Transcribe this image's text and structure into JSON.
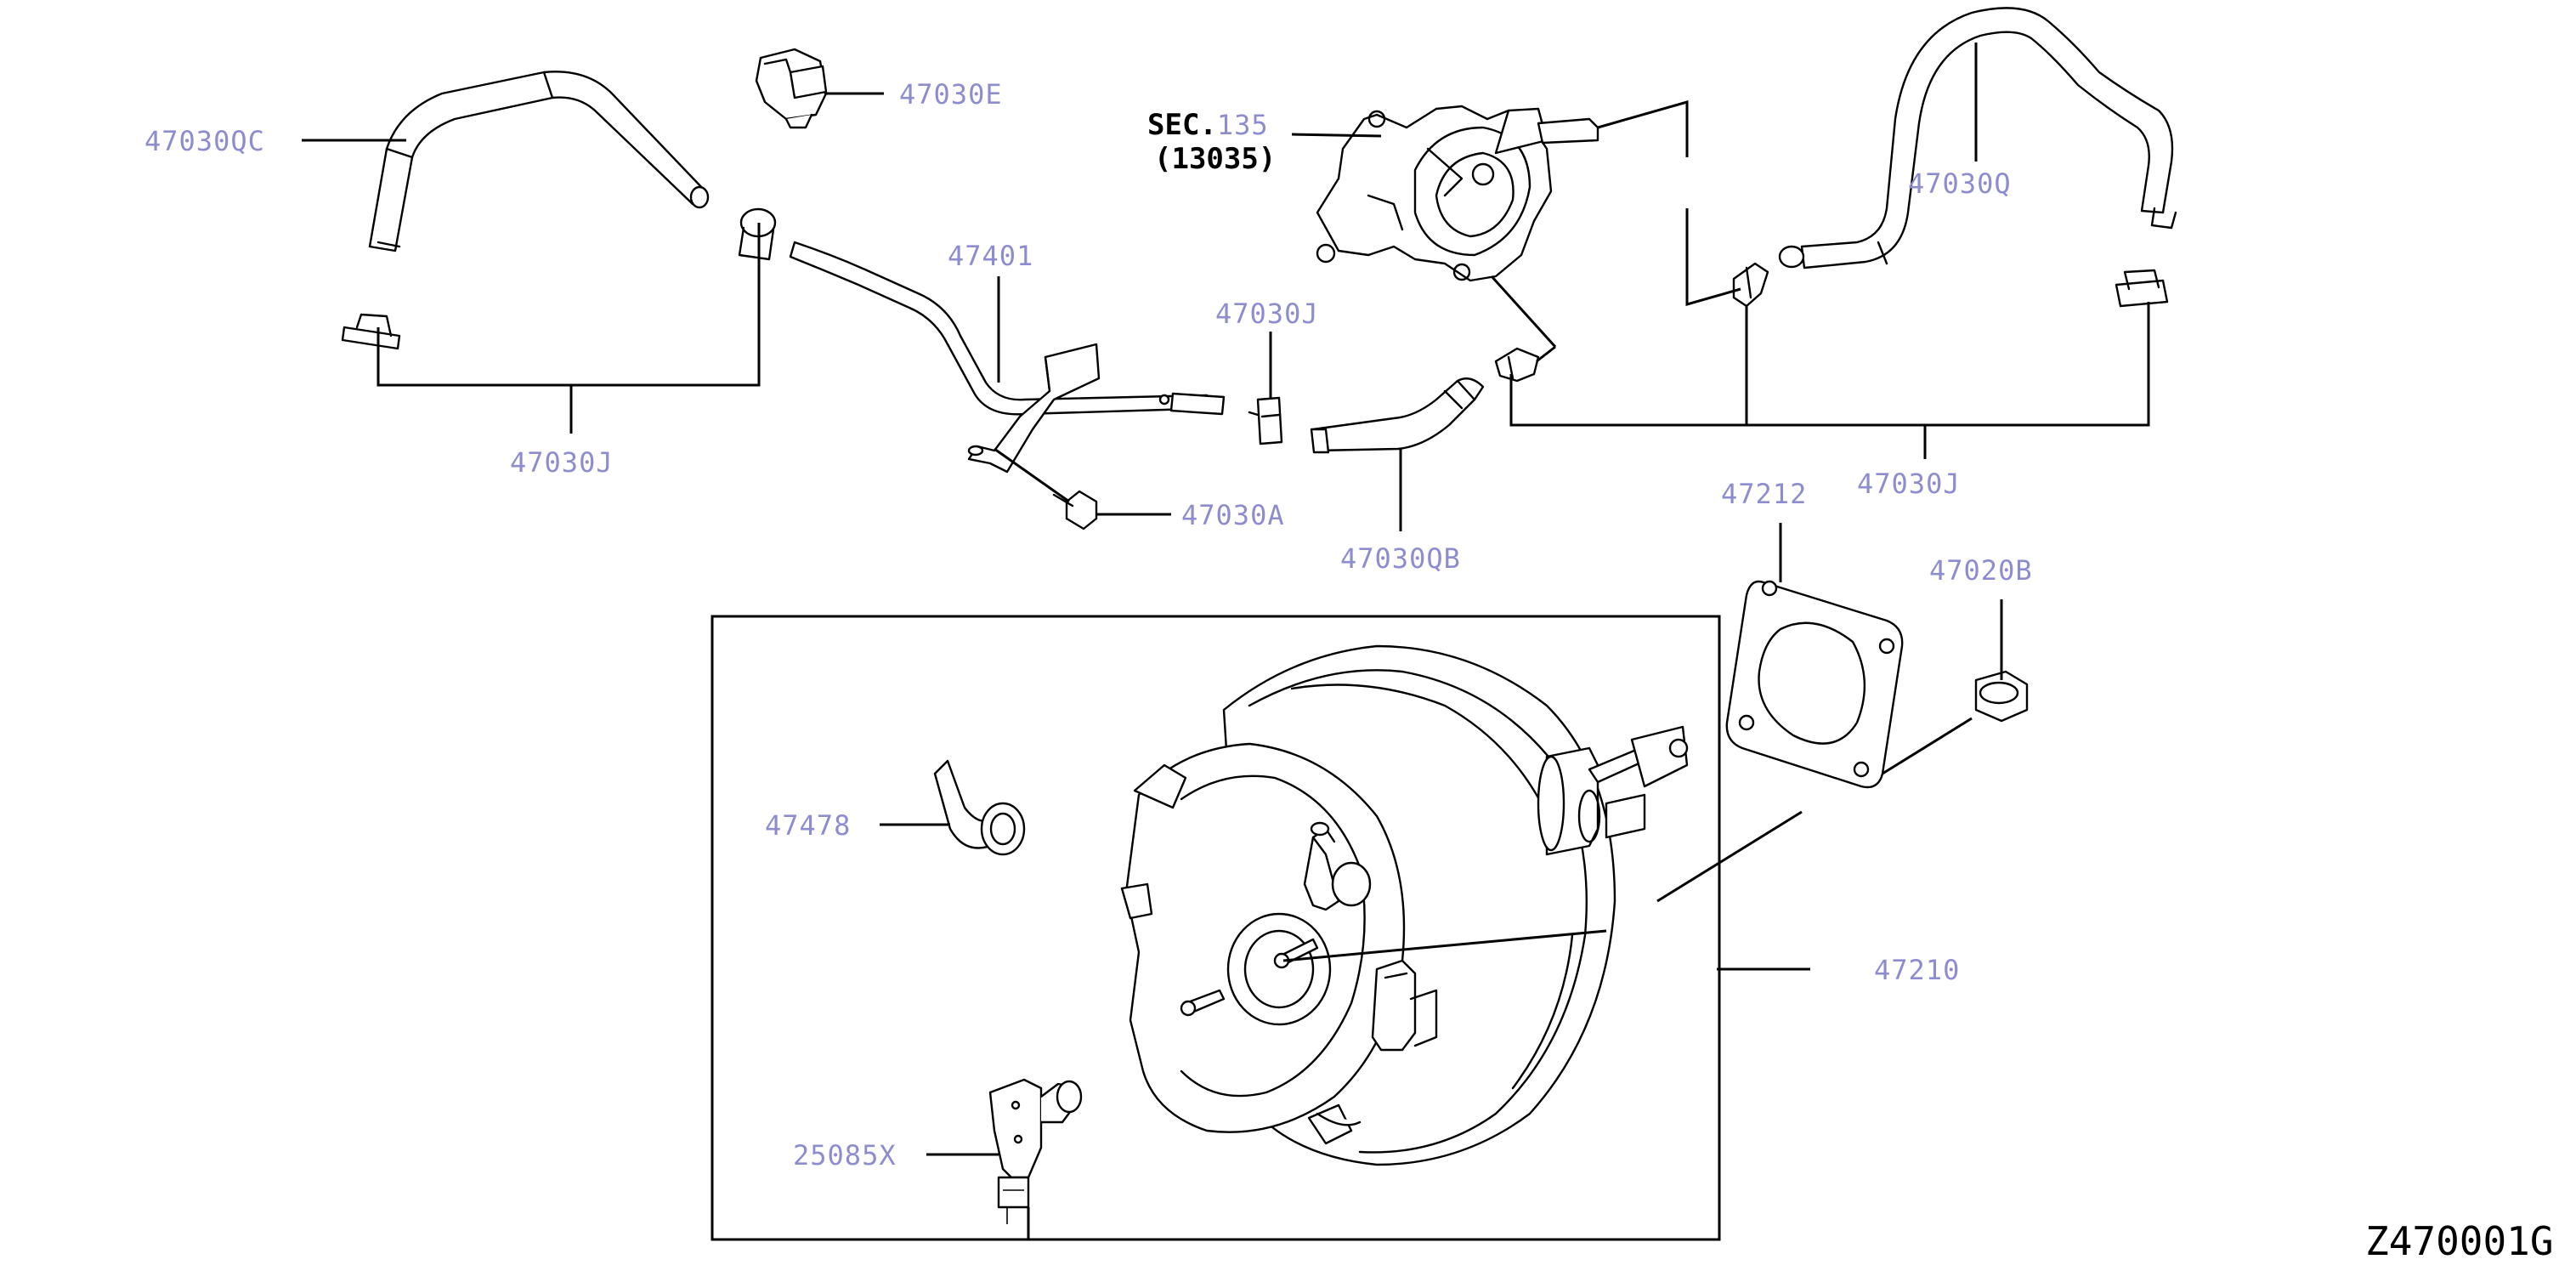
{
  "diagram": {
    "code": "Z470001G",
    "sec_ref": {
      "line1": "SEC.",
      "num": "135",
      "line2": "(13035)"
    },
    "labels": {
      "p47030QC": "47030QC",
      "p47030E": "47030E",
      "p47401": "47401",
      "p47030J_left": "47030J",
      "p47030J_mid": "47030J",
      "p47030J_right": "47030J",
      "p47030A": "47030A",
      "p47030QB": "47030QB",
      "p47030Q": "47030Q",
      "p47212": "47212",
      "p47020B": "47020B",
      "p47478": "47478",
      "p47210": "47210",
      "p25085X": "25085X"
    }
  }
}
